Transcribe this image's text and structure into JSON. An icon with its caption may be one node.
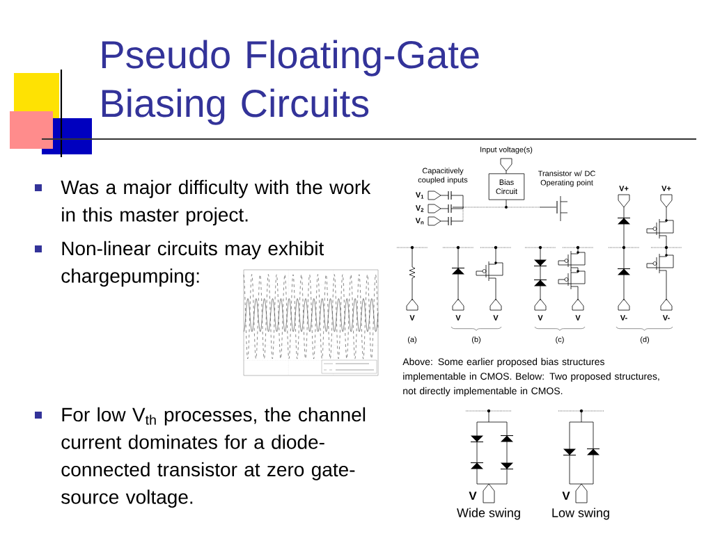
{
  "diagram": {
    "title": "Pseudo Floating-Gate Biasing Circuits",
    "nodes": [
      {
        "text": [
          "Bias Circuit"
        ]
      }
    ],
    "labels": [
      "Was a major difficulty with the work in this master project.",
      "Non-linear circuits may exhibit chargepumping:",
      "For low V$_{th}$ processes, the channel current dominates for a diode-connected transistor at zero gate-source voltage.",
      "Input voltage(s)",
      "Capacitively coupled inputs",
      "Transistor w/ DC Operating point",
      "V+",
      "V+",
      "V$_{1}$",
      "V$_{2}$",
      "V$_{n}$",
      "V",
      "V",
      "V",
      "V",
      "V",
      "V-",
      "V-",
      "(a)",
      "(b)",
      "(c)",
      "(d)",
      "Above: Some earlier proposed bias structures implementable in CMOS. Below: Two proposed structures, not directly implementable in CMOS.",
      "V",
      "V",
      "Wide swing",
      "Low swing"
    ]
  }
}
